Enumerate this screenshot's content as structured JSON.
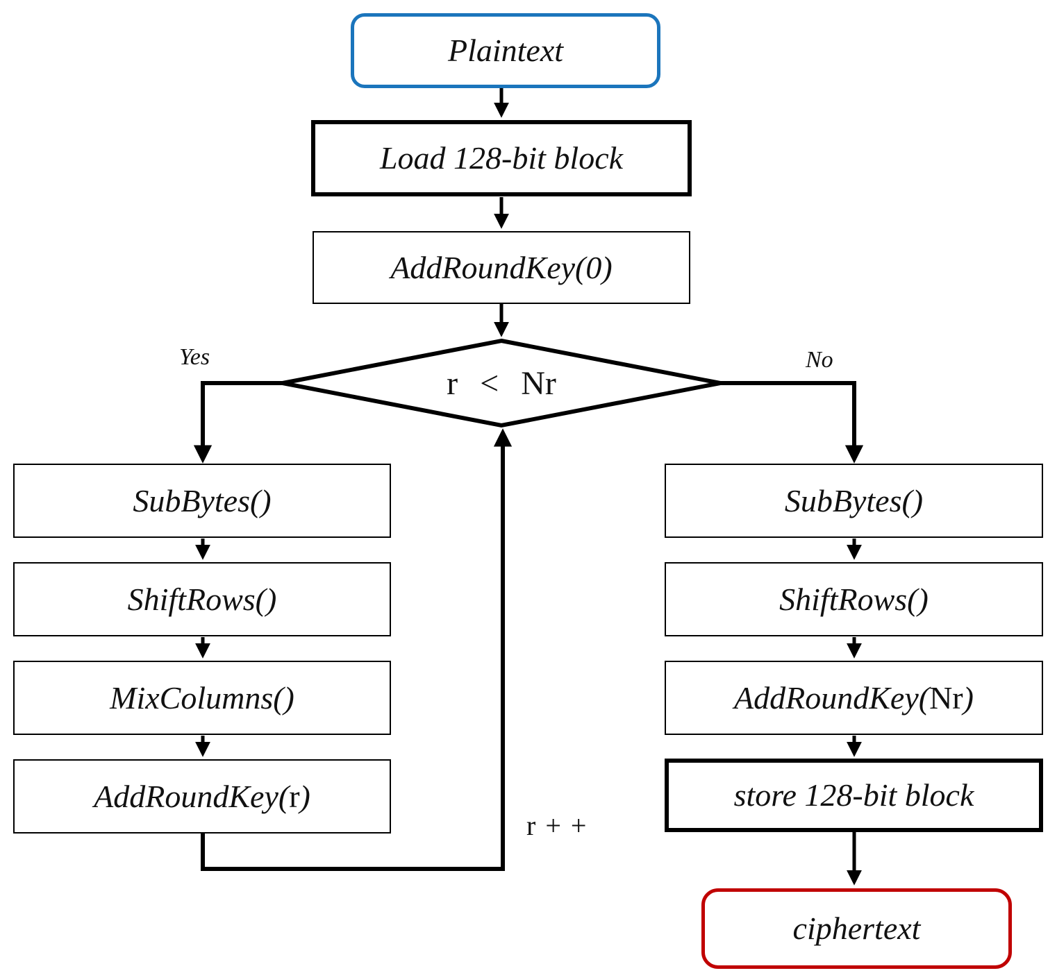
{
  "colors": {
    "plaintext_border": "#1B75BC",
    "ciphertext_border": "#C00000",
    "line": "#000000"
  },
  "nodes": {
    "plaintext": "Plaintext",
    "load_block": "Load 128-bit block",
    "add_round_key_0": "AddRoundKey(0)",
    "decision": "r < Nr",
    "left": {
      "sub_bytes": "SubBytes()",
      "shift_rows": "ShiftRows()",
      "mix_columns": "MixColumns()",
      "add_round_key_prefix": "AddRoundKey(",
      "add_round_key_arg": "r",
      "add_round_key_suffix": " )"
    },
    "right": {
      "sub_bytes": "SubBytes()",
      "shift_rows": "ShiftRows()",
      "add_round_key_prefix": "AddRoundKey(",
      "add_round_key_arg": "Nr",
      "add_round_key_suffix": " )",
      "store_block": "store 128-bit block",
      "ciphertext": "ciphertext"
    }
  },
  "edge_labels": {
    "yes": "Yes",
    "no": "No",
    "increment": "r + +"
  }
}
